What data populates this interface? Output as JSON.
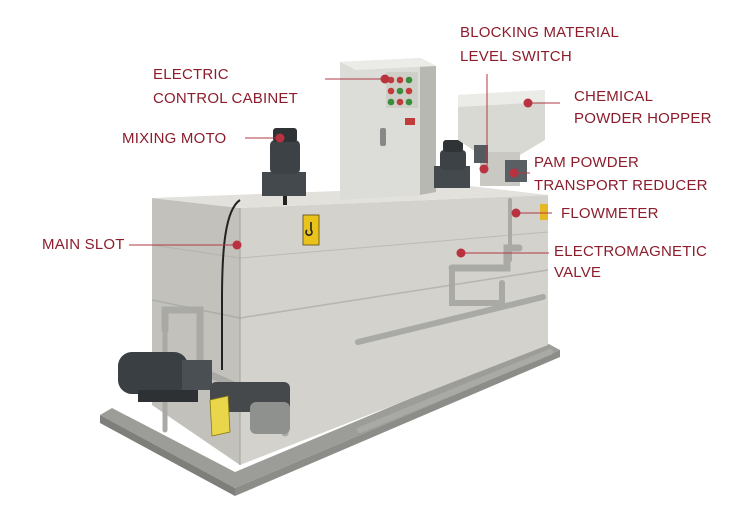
{
  "colors": {
    "label_text": "#8b1d2c",
    "leader_line": "#b03a45",
    "marker_dot": "#b8323f",
    "tank_body": "#d3d2cc",
    "tank_shadow": "#b9b8b1",
    "steel": "#a9a9a6",
    "pump_dark": "#3d4246",
    "warning_yellow": "#e9c21b"
  },
  "labels": {
    "blocking_material_1": "BLOCKING MATERIAL",
    "blocking_material_2": "LEVEL SWITCH",
    "chemical_powder_1": "CHEMICAL",
    "chemical_powder_2": "POWDER HOPPER",
    "electric_cabinet_1": "ELECTRIC",
    "electric_cabinet_2": "CONTROL CABINET",
    "mixing_motor": "MIXING MOTO",
    "pam_powder_1": "PAM POWDER",
    "pam_powder_2": "TRANSPORT REDUCER",
    "flowmeter": "FLOWMETER",
    "main_slot": "MAIN SLOT",
    "electromagnetic_1": "ELECTROMAGNETIC",
    "electromagnetic_2": "VALVE"
  },
  "icons": {
    "warning_sign": "hook-warning-icon",
    "electric_sign": "electric-warning-icon"
  }
}
